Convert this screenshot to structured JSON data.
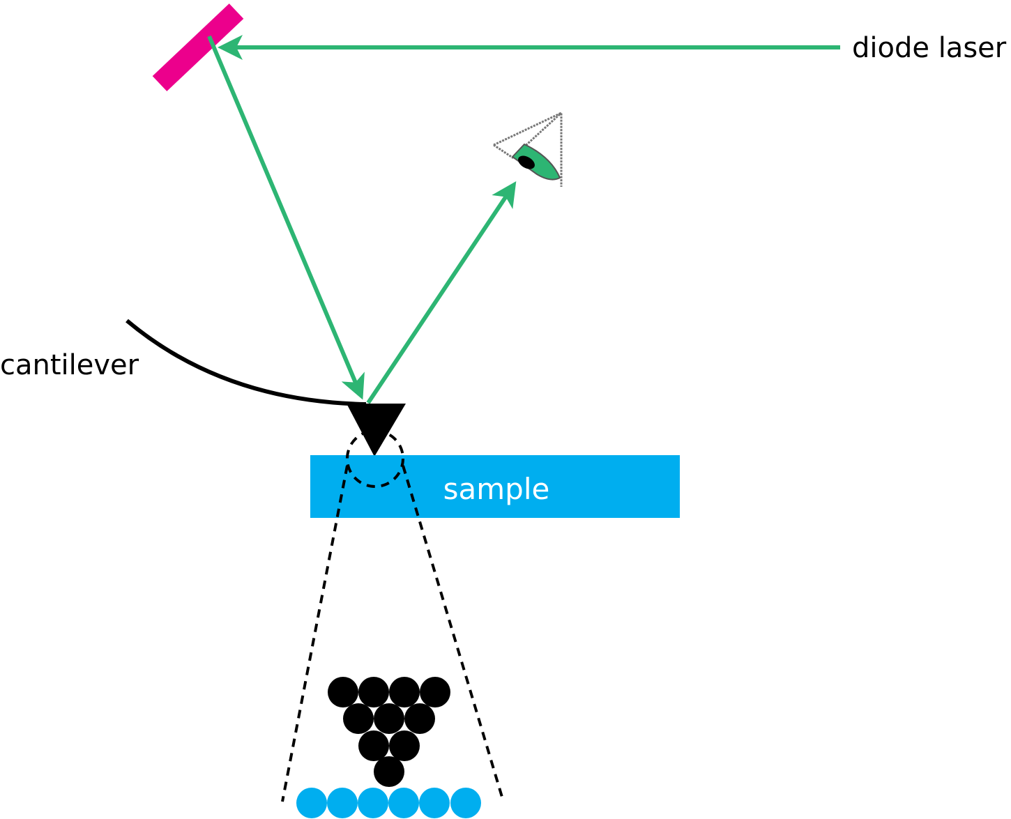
{
  "labels": {
    "laser": "diode laser",
    "cantilever": "cantilever",
    "sample": "sample"
  },
  "colors": {
    "beam": "#2DB573",
    "mirror": "#EC008C",
    "sample": "#00AEEF",
    "tip": "#000000"
  },
  "icons": [
    "mirror",
    "eye-detector",
    "cantilever-tip",
    "atoms"
  ]
}
